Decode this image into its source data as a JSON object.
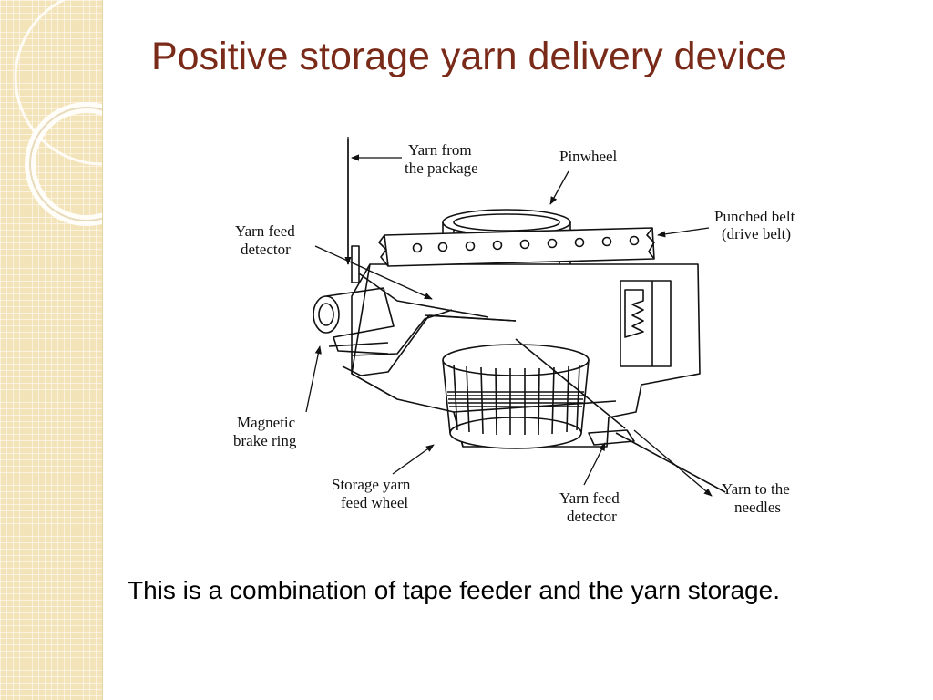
{
  "slide": {
    "title": "Positive storage yarn delivery device",
    "caption": "This is a combination of tape feeder and the yarn storage."
  },
  "colors": {
    "title": "#7a2a18",
    "side_band": "#f3e3b8",
    "line_art": "#111111"
  },
  "diagram": {
    "labels": {
      "yarn_from_package_1": "Yarn from",
      "yarn_from_package_2": "the package",
      "pinwheel": "Pinwheel",
      "punched_belt_1": "Punched belt",
      "punched_belt_2": "(drive belt)",
      "yarn_feed_detector_top_1": "Yarn feed",
      "yarn_feed_detector_top_2": "detector",
      "magnetic_brake_ring_1": "Magnetic",
      "magnetic_brake_ring_2": "brake ring",
      "storage_feed_wheel_1": "Storage yarn",
      "storage_feed_wheel_2": "feed wheel",
      "yarn_feed_detector_bottom_1": "Yarn feed",
      "yarn_feed_detector_bottom_2": "detector",
      "yarn_to_needles_1": "Yarn to the",
      "yarn_to_needles_2": "needles"
    }
  }
}
